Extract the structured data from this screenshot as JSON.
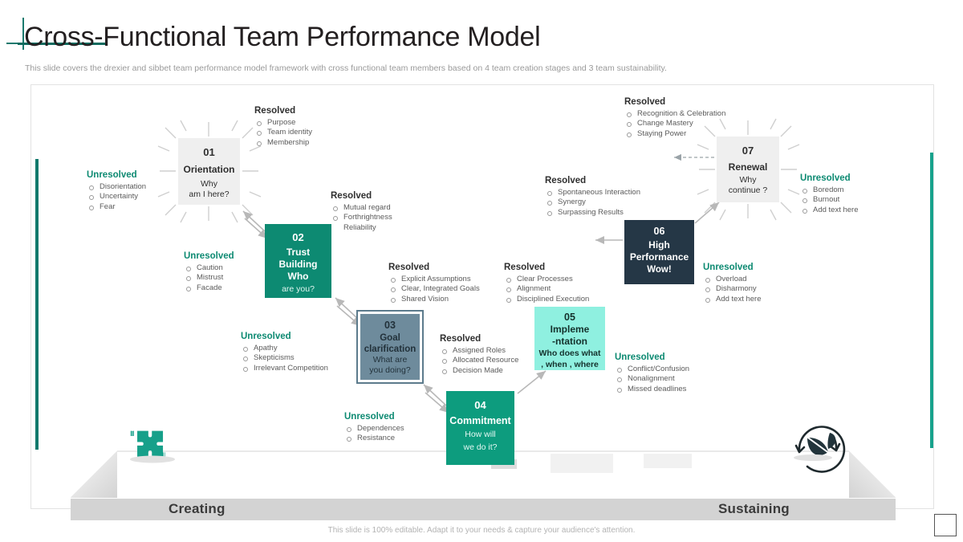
{
  "header": {
    "title": "Cross-Functional Team Performance Model",
    "subtitle": "This slide covers the drexier and sibbet team performance model framework with cross functional team members based on 4 team creation stages and 3 team sustainability."
  },
  "colors": {
    "accent_teal": "#12796c",
    "accent_teal_light": "#17a28c",
    "node_02": "#0d8a72",
    "node_03": "#6e8b9c",
    "node_04": "#0d9c7e",
    "node_05": "#8ff0e0",
    "node_06": "#253746",
    "node_gray": "#efefef",
    "band_gray": "#d3d3d3",
    "unresolved_label": "#0d8a72",
    "resolved_label": "#2f2f2f"
  },
  "nodes": [
    {
      "id": "01",
      "number": "01",
      "name": "Orientation",
      "question_line1": "Why",
      "question_line2": "am I here?",
      "style": "gray"
    },
    {
      "id": "02",
      "number": "02",
      "name_line1": "Trust",
      "name_line2": "Building",
      "question_line1": "Who",
      "question_line2": "are you?",
      "style": "teal"
    },
    {
      "id": "03",
      "number": "03",
      "name_line1": "Goal",
      "name_line2": "clarification",
      "question_line1": "What are",
      "question_line2": "you doing?",
      "style": "slate"
    },
    {
      "id": "04",
      "number": "04",
      "name": "Commitment",
      "question_line1": "How will",
      "question_line2": "we do it?",
      "style": "green"
    },
    {
      "id": "05",
      "number": "05",
      "name_line1": "Impleme",
      "name_line2": "-ntation",
      "question_line1": "Who does what",
      "question_line2": ", when , where",
      "style": "cyan"
    },
    {
      "id": "06",
      "number": "06",
      "name_line1": "High",
      "name_line2": "Performance",
      "question_line1": "Wow!",
      "style": "dark"
    },
    {
      "id": "07",
      "number": "07",
      "name": "Renewal",
      "question_line1": "Why",
      "question_line2": "continue ?",
      "style": "gray"
    }
  ],
  "annotations": {
    "a01_resolved": {
      "title": "Resolved",
      "items": [
        "Purpose",
        "Team identity",
        "Membership"
      ]
    },
    "a01_unresolved": {
      "title": "Unresolved",
      "items": [
        "Disorientation",
        "Uncertainty",
        "Fear"
      ]
    },
    "a02_resolved": {
      "title": "Resolved",
      "items": [
        "Mutual regard",
        "Forthrightness",
        "Reliability"
      ]
    },
    "a02_unresolved": {
      "title": "Unresolved",
      "items": [
        "Caution",
        "Mistrust",
        "Facade"
      ]
    },
    "a03_resolved": {
      "title": "Resolved",
      "items": [
        "Explicit Assumptions",
        "Clear, Integrated Goals",
        "Shared Vision"
      ]
    },
    "a03_unresolved": {
      "title": "Unresolved",
      "items": [
        "Apathy",
        "Skepticisms",
        "Irrelevant Competition"
      ]
    },
    "a04_resolved": {
      "title": "Resolved",
      "items": [
        "Assigned Roles",
        "Allocated Resource",
        "Decision Made"
      ]
    },
    "a04_unresolved": {
      "title": "Unresolved",
      "items": [
        "Dependences",
        "Resistance"
      ]
    },
    "a05_resolved": {
      "title": "Resolved",
      "items": [
        "Clear Processes",
        "Alignment",
        "Disciplined Execution"
      ]
    },
    "a05_unresolved": {
      "title": "Unresolved",
      "items": [
        "Conflict/Confusion",
        "Nonalignment",
        "Missed deadlines"
      ]
    },
    "a06_resolved": {
      "title": "Resolved",
      "items": [
        "Spontaneous Interaction",
        "Synergy",
        "Surpassing Results"
      ]
    },
    "a06_unresolved": {
      "title": "Unresolved",
      "items": [
        "Overload",
        "Disharmony",
        "Add text here"
      ]
    },
    "a07_resolved": {
      "title": "Resolved",
      "items": [
        "Recognition & Celebration",
        "Change Mastery",
        "Staying Power"
      ]
    },
    "a07_unresolved": {
      "title": "Unresolved",
      "items": [
        "Boredom",
        "Burnout",
        "Add text here"
      ]
    }
  },
  "bands": {
    "creating": "Creating",
    "sustaining": "Sustaining"
  },
  "icons": {
    "left": "puzzle-pieces-icon",
    "right": "leaf-recycle-icon"
  },
  "footer": {
    "note": "This slide is 100% editable. Adapt it to your needs & capture your audience's attention."
  }
}
